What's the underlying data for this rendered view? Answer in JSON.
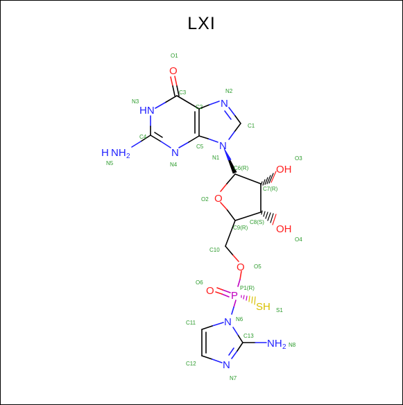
{
  "title": "LXI",
  "colors": {
    "carbon_bond": "#000000",
    "nitrogen": "#1f1fff",
    "oxygen": "#ff1f1f",
    "phosphorus": "#c000c0",
    "sulfur": "#d8c000",
    "atom_label": "#2a9a2a"
  },
  "atoms": {
    "o_carbonyl": "O",
    "nh_ring": "HN",
    "n_imidazole": "N",
    "nh2_guanine_n": "NH",
    "nh2_guanine_sub": "2",
    "h_guanine": "H",
    "n_pyrimidine": "N",
    "n_glycosidic": "N",
    "oh_top": "OH",
    "o_ring": "O",
    "oh_bottom": "OH",
    "o_ester": "O",
    "o_phosphoryl": "O",
    "p": "P",
    "sh": "SH",
    "n_imid2": "N",
    "n_imid3": "N",
    "nh2_imid": "NH",
    "nh2_imid_sub": "2"
  },
  "labels": {
    "O1": "O1",
    "C3": "C3",
    "N2": "N2",
    "N3": "N3",
    "C2": "C2",
    "C1": "C1",
    "C4": "C4",
    "C5": "C5",
    "N5": "N5",
    "N4": "N4",
    "N1": "N1",
    "C6": "C6(R)",
    "O3": "O3",
    "C7": "C7(R)",
    "O2": "O2",
    "C8": "C8(S)",
    "C9": "C9(R)",
    "O4": "O4",
    "C10": "C10",
    "O5": "O5",
    "O6": "O6",
    "P1": "P1(R)",
    "S1": "S1",
    "C11": "C11",
    "N6": "N6",
    "C13": "C13",
    "N8": "N8",
    "C12": "C12",
    "N7": "N7"
  }
}
